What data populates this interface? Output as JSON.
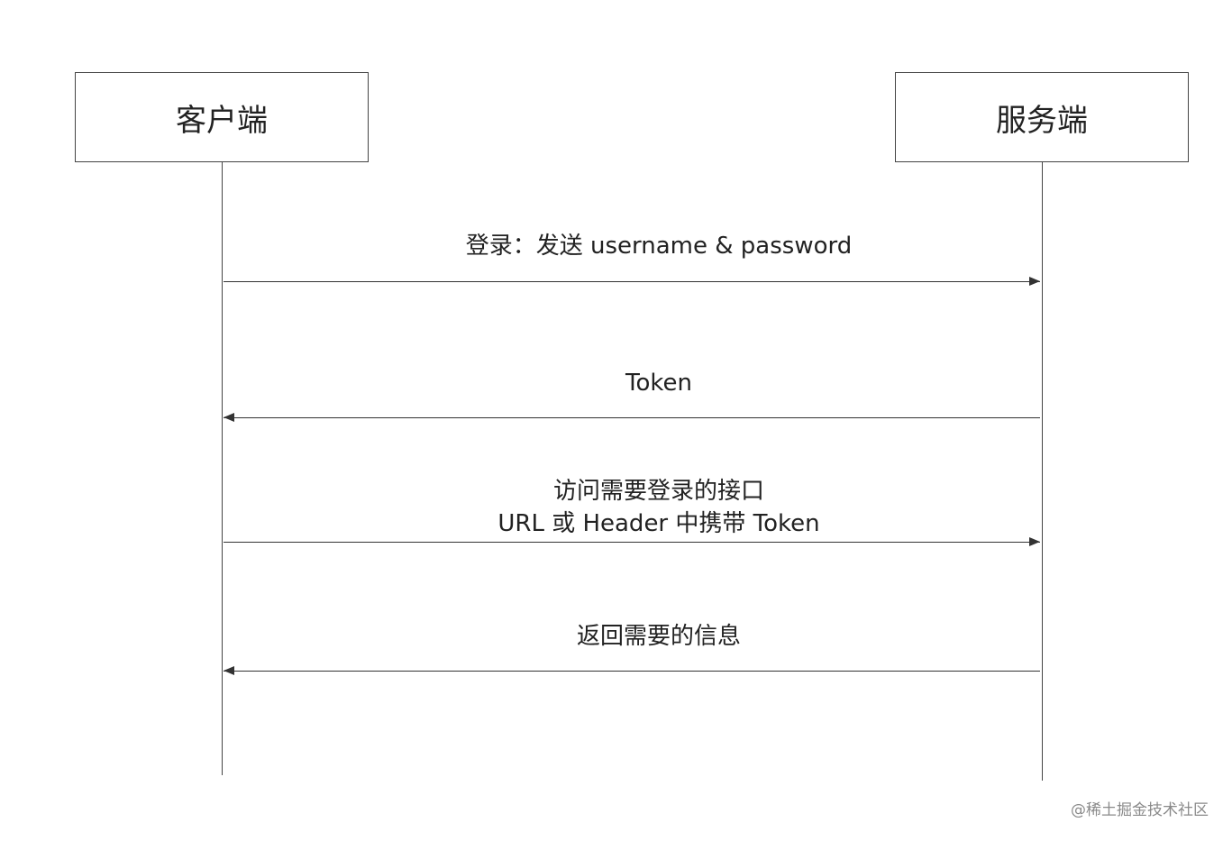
{
  "actors": {
    "client": "客户端",
    "server": "服务端"
  },
  "messages": [
    {
      "direction": "client-to-server",
      "lines": [
        "登录：发送 username & password"
      ]
    },
    {
      "direction": "server-to-client",
      "lines": [
        "Token"
      ]
    },
    {
      "direction": "client-to-server",
      "lines": [
        "访问需要登录的接口",
        "URL 或 Header 中携带 Token"
      ]
    },
    {
      "direction": "server-to-client",
      "lines": [
        "返回需要的信息"
      ]
    }
  ],
  "watermark": "@稀土掘金技术社区"
}
